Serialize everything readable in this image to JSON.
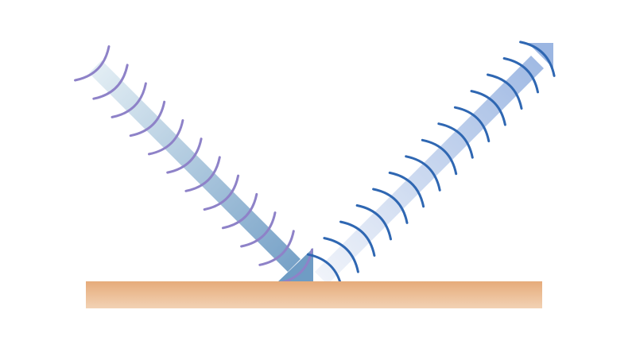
{
  "diagram": {
    "description_type": "wave-reflection",
    "surface": {
      "color_top": "#e6ab7a",
      "color_bottom": "#f2d2b4"
    },
    "incident_ray": {
      "color_start": "#e3eef4",
      "color_end": "#6f9cc4",
      "wavefront_color": "#8e82c8",
      "wavefront_count": 12
    },
    "reflected_ray": {
      "color_start": "#f1f4fa",
      "color_end": "#9bb6e2",
      "wavefront_color": "#2f67b2",
      "wavefront_count": 14
    }
  }
}
